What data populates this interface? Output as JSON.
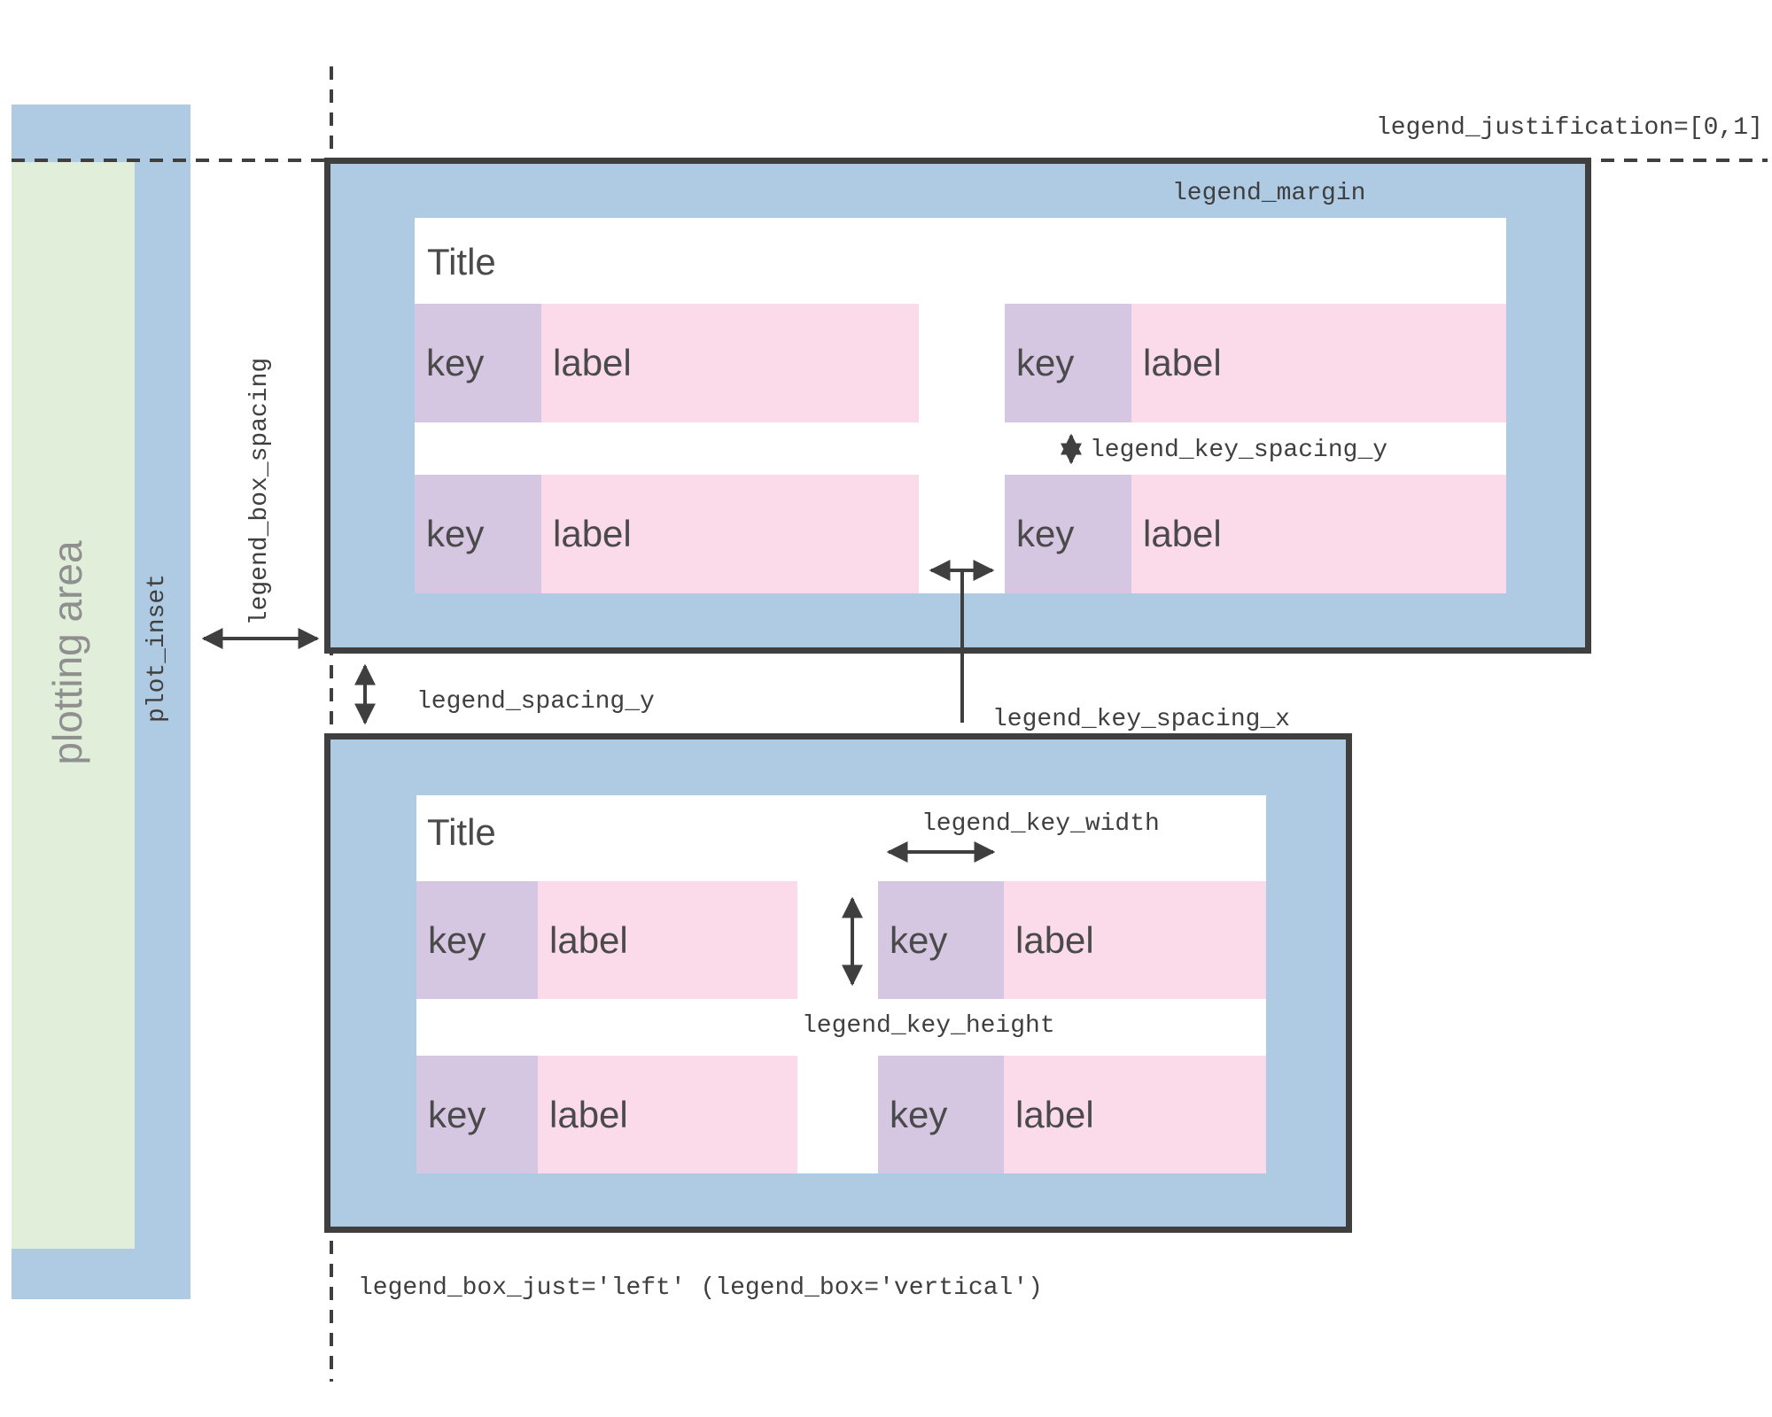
{
  "colors": {
    "blue": "#aecbe3",
    "green": "#e1eeda",
    "purple": "#d5c6e1",
    "pink": "#fbdaea",
    "ink": "#3f3f3f",
    "text": "#4a4a4a",
    "gray": "#8f8f8f"
  },
  "labels": {
    "plotting_area": "plotting area",
    "plot_inset": "plot_inset",
    "legend_box_spacing": "legend_box_spacing",
    "legend_justification": "legend_justification=[0,1]",
    "legend_margin": "legend_margin",
    "legend_key_spacing_y": "legend_key_spacing_y",
    "legend_key_spacing_x": "legend_key_spacing_x",
    "legend_spacing_y": "legend_spacing_y",
    "legend_key_width": "legend_key_width",
    "legend_key_height": "legend_key_height",
    "legend_box_just": "legend_box_just='left' (legend_box='vertical')"
  },
  "legends": {
    "top": {
      "title": "Title",
      "entries": [
        {
          "key": "key",
          "label": "label"
        },
        {
          "key": "key",
          "label": "label"
        },
        {
          "key": "key",
          "label": "label"
        },
        {
          "key": "key",
          "label": "label"
        }
      ]
    },
    "bottom": {
      "title": "Title",
      "entries": [
        {
          "key": "key",
          "label": "label"
        },
        {
          "key": "key",
          "label": "label"
        },
        {
          "key": "key",
          "label": "label"
        },
        {
          "key": "key",
          "label": "label"
        }
      ]
    }
  }
}
